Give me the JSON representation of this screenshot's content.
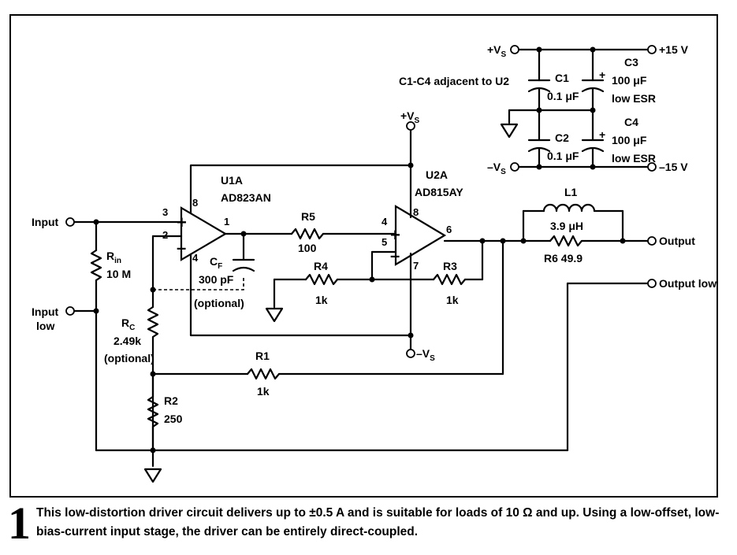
{
  "figure": {
    "number": "1",
    "caption": "This low-distortion driver circuit delivers up to ±0.5 A and is suitable for loads of 10 Ω and up. Using a low-offset, low-bias-current input stage, the driver can be entirely direct-coupled."
  },
  "terminals": {
    "input": "Input",
    "input_low_1": "Input",
    "input_low_2": "low",
    "output": "Output",
    "output_low": "Output low",
    "plus_15v": "+15 V",
    "minus_15v": "–15 V",
    "vs_plus_main": "+V",
    "vs_plus_main_sub": "S",
    "vs_minus_main": "–V",
    "vs_minus_main_sub": "S",
    "vs_plus_supply": "+V",
    "vs_plus_supply_sub": "S",
    "vs_minus_supply": "–V",
    "vs_minus_supply_sub": "S"
  },
  "supply_note": "C1-C4 adjacent to U2",
  "components": {
    "u1a": {
      "ref": "U1A",
      "part": "AD823AN",
      "pins": [
        "3",
        "2",
        "8",
        "4",
        "1"
      ]
    },
    "u2a": {
      "ref": "U2A",
      "part": "AD815AY",
      "pins": [
        "4",
        "5",
        "8",
        "7",
        "6"
      ]
    },
    "rin": {
      "ref": "R",
      "ref_sub": "in",
      "value": "10 M"
    },
    "rc": {
      "ref": "R",
      "ref_sub": "C",
      "value": "2.49k",
      "note": "(optional)"
    },
    "cf": {
      "ref": "C",
      "ref_sub": "F",
      "value": "300 pF",
      "note": "(optional)"
    },
    "r1": {
      "ref": "R1",
      "value": "1k"
    },
    "r2": {
      "ref": "R2",
      "value": "250"
    },
    "r3": {
      "ref": "R3",
      "value": "1k"
    },
    "r4": {
      "ref": "R4",
      "value": "1k"
    },
    "r5": {
      "ref": "R5",
      "value": "100"
    },
    "r6": {
      "ref": "R6",
      "value": "49.9"
    },
    "l1": {
      "ref": "L1",
      "value": "3.9 μH"
    },
    "c1": {
      "ref": "C1",
      "value": "0.1 μF"
    },
    "c2": {
      "ref": "C2",
      "value": "0.1 μF"
    },
    "c3": {
      "ref": "C3",
      "value": "100 μF",
      "note": "low ESR"
    },
    "c4": {
      "ref": "C4",
      "value": "100 μF",
      "note": "low ESR"
    }
  },
  "symbols": {
    "plus": "+",
    "minus": "–",
    "polarity": "+"
  }
}
